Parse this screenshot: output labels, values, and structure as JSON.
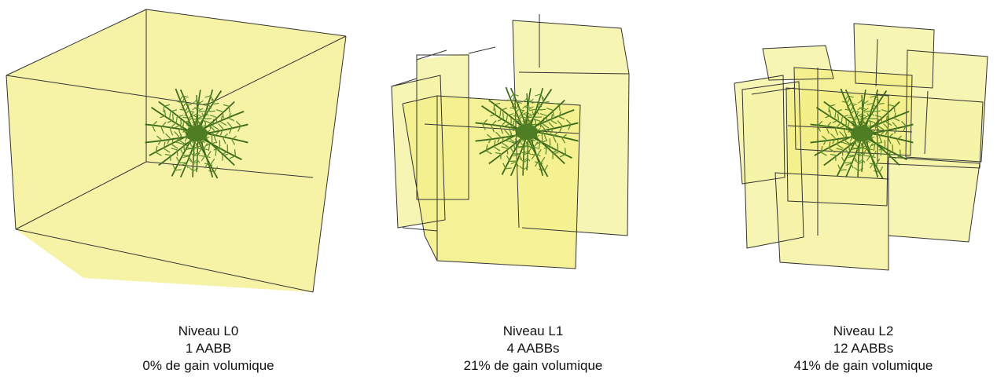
{
  "panels": [
    {
      "level": "Niveau L0",
      "boxes": "1 AABB",
      "gain": "0% de gain volumique"
    },
    {
      "level": "Niveau L1",
      "boxes": "4 AABBs",
      "gain": "21% de gain volumique"
    },
    {
      "level": "Niveau L2",
      "boxes": "12 AABBs",
      "gain": "41% de gain volumique"
    }
  ],
  "colors": {
    "box_fill": "#f6f3a6",
    "box_edge": "#333333",
    "foliage_dark": "#3f6b1e",
    "foliage_light": "#7aa43a"
  }
}
